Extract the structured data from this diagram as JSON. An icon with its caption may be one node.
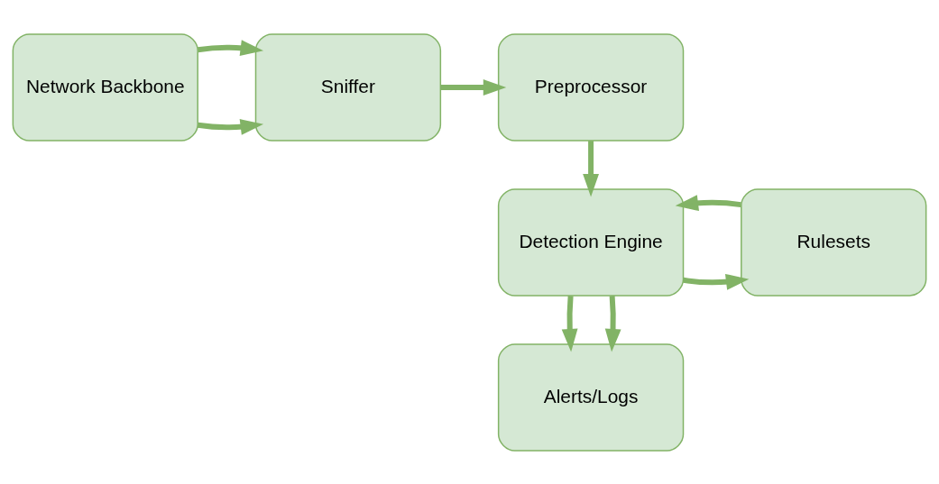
{
  "diagram": {
    "nodes": [
      {
        "text": [
          "Network Backbone"
        ]
      },
      {
        "text": [
          "Sniffer"
        ]
      },
      {
        "text": [
          "Preprocessor"
        ]
      },
      {
        "text": [
          "Detection Engine"
        ]
      },
      {
        "text": [
          "Rulesets"
        ]
      },
      {
        "text": [
          "Alerts/Logs"
        ]
      }
    ],
    "edges": [
      {
        "from": 0,
        "to": 1,
        "arrow": "to"
      },
      {
        "from": 0,
        "to": 1,
        "arrow": "to"
      },
      {
        "from": 1,
        "to": 2,
        "arrow": "to"
      },
      {
        "from": 2,
        "to": 3,
        "arrow": "to"
      },
      {
        "from": 3,
        "to": 4,
        "arrow": "to"
      },
      {
        "from": 4,
        "to": 3,
        "arrow": "to"
      },
      {
        "from": 3,
        "to": 5,
        "arrow": "to"
      },
      {
        "from": 3,
        "to": 5,
        "arrow": "to"
      }
    ]
  }
}
